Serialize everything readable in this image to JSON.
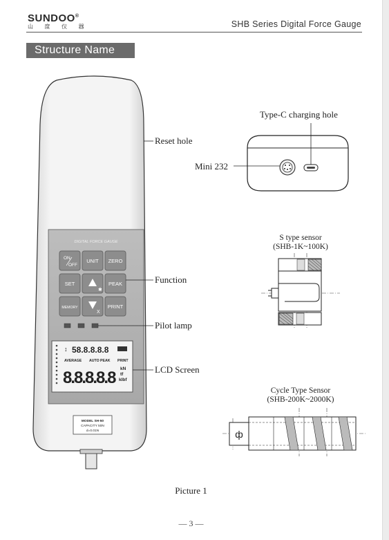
{
  "header": {
    "brand": "SUNDOO",
    "brand_mark": "®",
    "brand_sub": "山 度 仪 器",
    "doc_title": "SHB Series Digital Force Gauge"
  },
  "section_title": "Structure Name",
  "device": {
    "panel_title": "DIGITAL FORCE GAUGE",
    "buttons": {
      "on_off": "ON/OFF",
      "on": "ON",
      "off": "OFF",
      "unit": "UNIT",
      "zero": "ZERO",
      "set": "SET",
      "peak": "PEAK",
      "memory": "MEMORY",
      "print": "PRINT"
    },
    "lcd": {
      "top_digits": "58.8.8.8.8",
      "battery": "BAT",
      "mode_average": "AVERAGE",
      "mode_auto_peak": "AUTO PEAK",
      "mode_print": "PRINT",
      "main_digits": "8.8.8.8.8",
      "unit_kn": "kN",
      "unit_tf": "tf",
      "unit_klbf": "klbf"
    },
    "label_plate": {
      "model": "MODEL SH-50",
      "capacity": "CAPACITY 50N",
      "resolution": "d=0.01N"
    }
  },
  "callouts": {
    "reset_hole": "Reset hole",
    "function": "Function",
    "pilot_lamp": "Pilot lamp",
    "lcd_screen": "LCD Screen",
    "type_c": "Type-C charging hole",
    "mini_232": "Mini 232"
  },
  "sensors": {
    "s_type_line1": "S type sensor",
    "s_type_line2": "(SHB-1K~100K)",
    "cycle_line1": "Cycle Type Sensor",
    "cycle_line2": "(SHB-200K~2000K)",
    "phi_symbol": "ф"
  },
  "caption": "Picture 1",
  "page_number": "— 3 —"
}
